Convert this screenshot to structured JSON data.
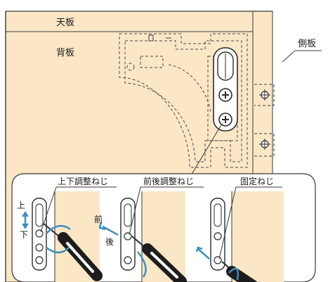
{
  "labels": {
    "top_board": "天板",
    "back_board": "背板",
    "side_board": "側板",
    "vertical_adjust_screw": "上下調整ねじ",
    "front_back_adjust_screw": "前後調整ねじ",
    "fixing_screw": "固定ねじ",
    "up": "上",
    "down": "下",
    "front": "前",
    "back": "後"
  },
  "colors": {
    "wood": "#fbe7c6",
    "outline": "#3a3a3a",
    "arrow": "#3d8fc0",
    "driver": "#1d1d1d"
  }
}
